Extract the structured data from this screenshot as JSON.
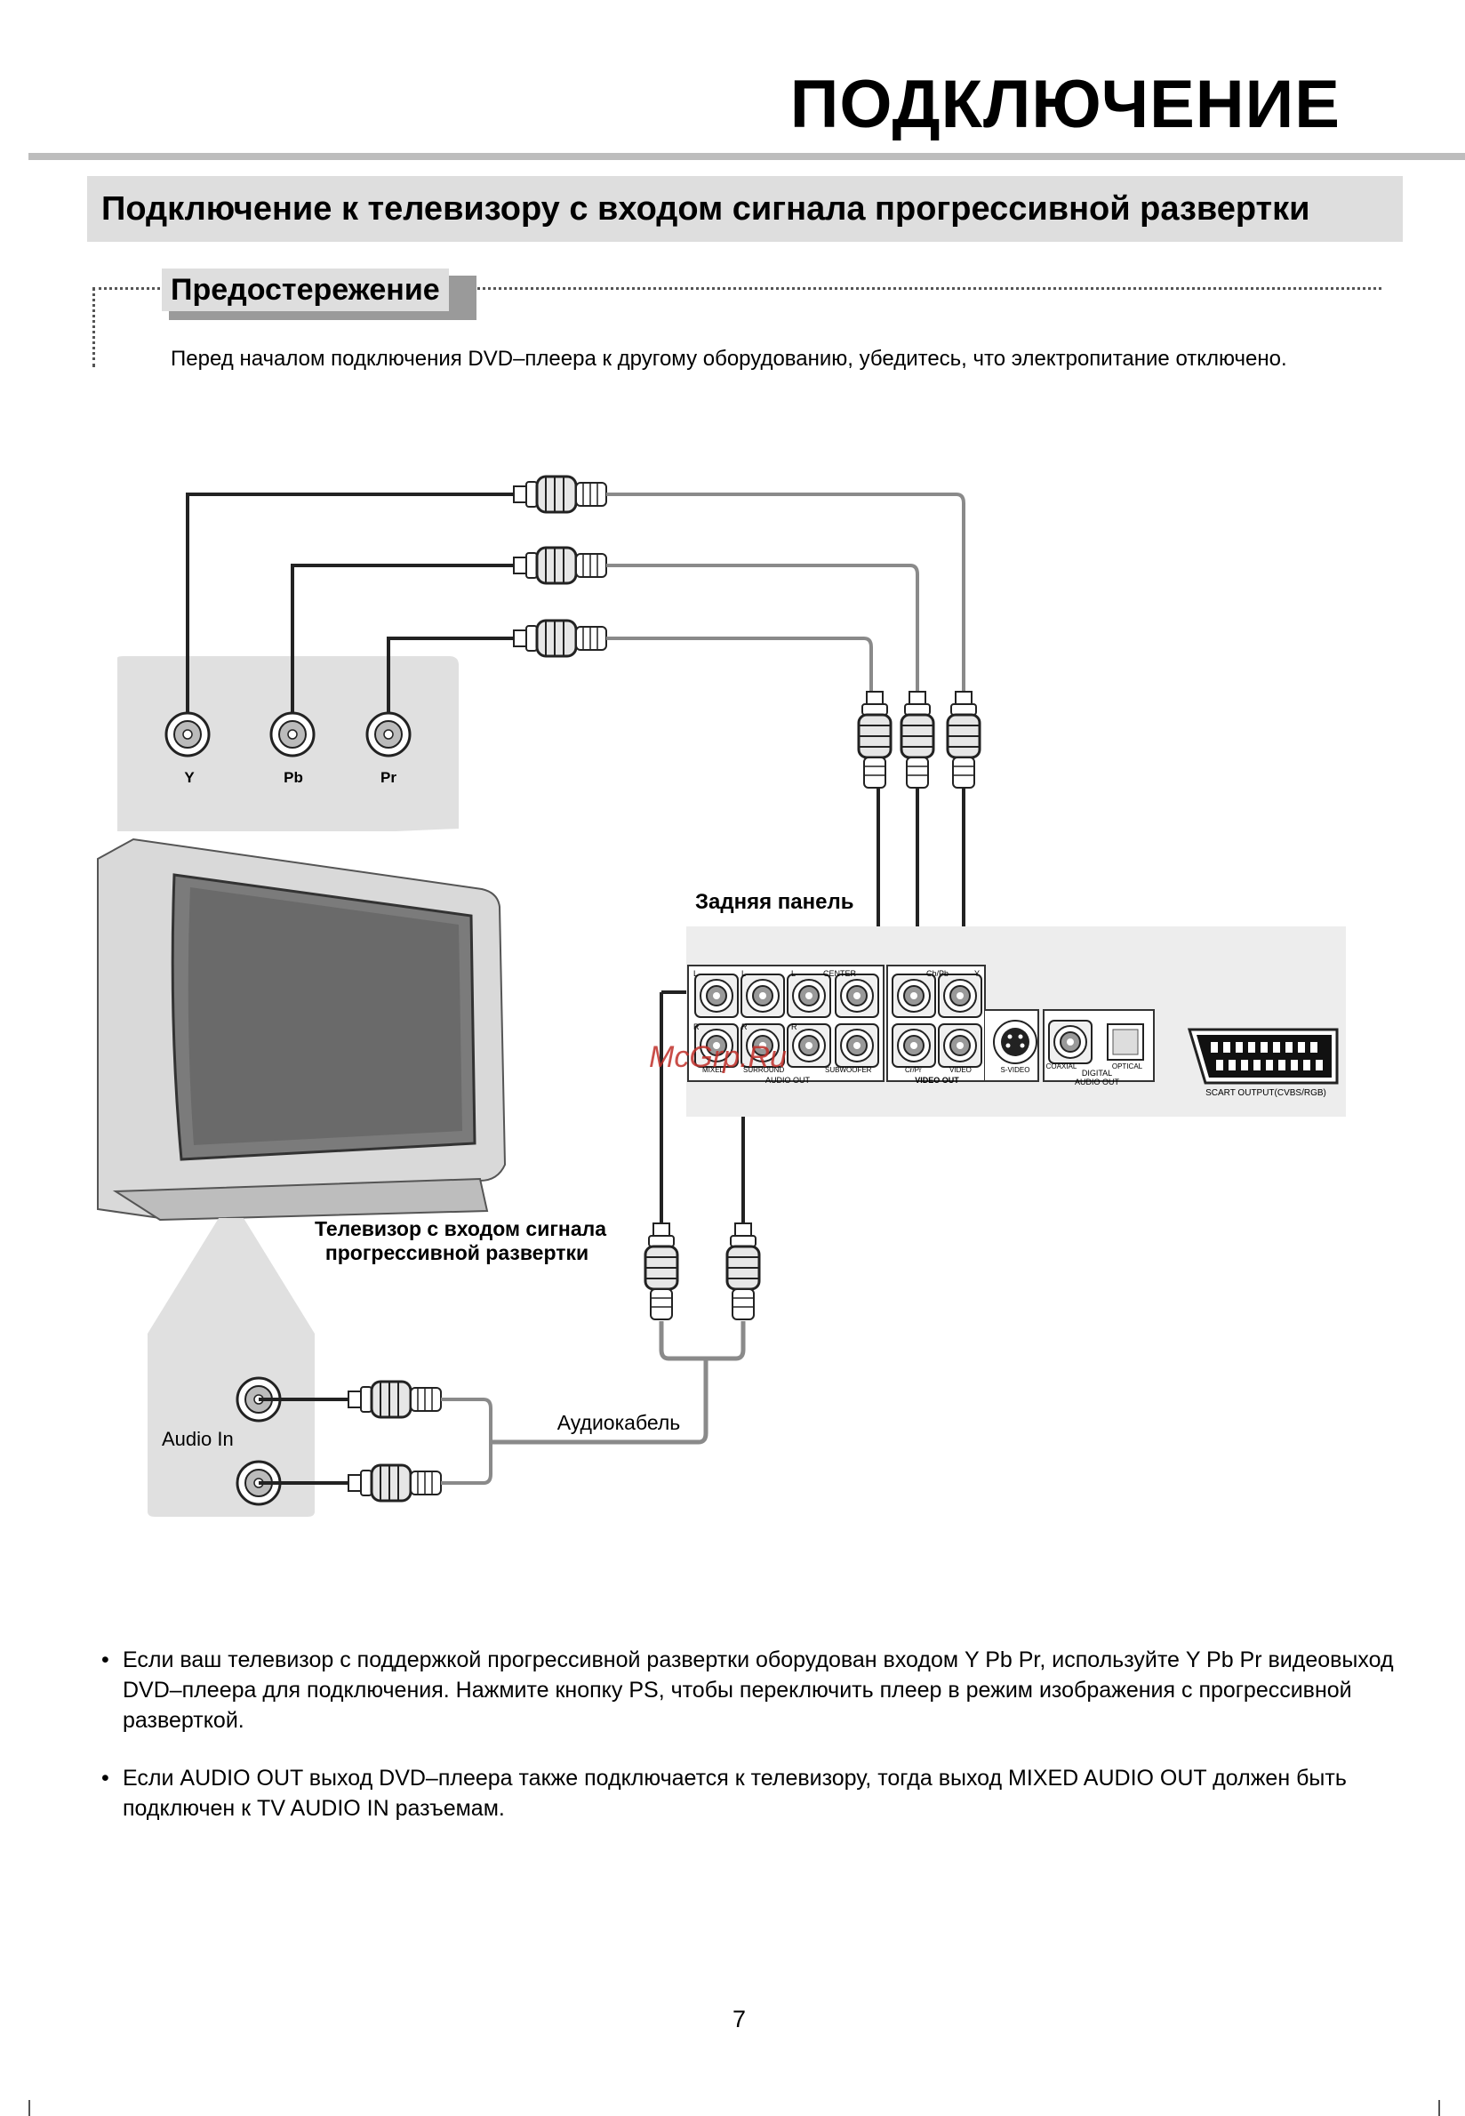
{
  "header": {
    "title": "ПОДКЛЮЧЕНИЕ"
  },
  "section": {
    "title": "Подключение к телевизору с входом сигнала прогрессивной развертки"
  },
  "caution": {
    "label": "Предостережение",
    "text": "Перед началом подключения DVD–плеера к другому оборудованию, убедитесь, что электропитание отключено."
  },
  "diagram": {
    "tv_inputs": {
      "y": "Y",
      "pb": "Pb",
      "pr": "Pr"
    },
    "tv_label_line1": "Телевизор с входом сигнала",
    "tv_label_line2": "прогрессивной развертки",
    "audio_in": "Audio In",
    "audio_cable": "Аудиокабель",
    "rear_panel": "Задняя панель",
    "panel": {
      "L1": "L",
      "L2": "L",
      "L3": "L",
      "center": "CENTER",
      "R1": "R",
      "R2": "R",
      "R3": "R",
      "cbpb": "Cb/Pb",
      "yy": "Y",
      "mixed": "MIXED",
      "surround": "SURROUND",
      "subwoofer": "SUBWOOFER",
      "audio_out": "AUDIO OUT",
      "crpr": "Cr/Pr",
      "video": "VIDEO",
      "video_out": "VIDEO OUT",
      "svideo": "S-VIDEO",
      "coaxial": "COAXIAL",
      "digital": "DIGITAL",
      "digital_audio_out": "AUDIO OUT",
      "optical": "OPTICAL",
      "scart": "SCART OUTPUT(CVBS/RGB)"
    },
    "watermark": "McGrp.Ru"
  },
  "notes": [
    "Если ваш телевизор с поддержкой прогрессивной развертки оборудован входом Y Pb Pr, используйте Y Pb Pr видеовыход DVD–плеера для подключения. Нажмите кнопку PS, чтобы переключить плеер в режим изображения с прогрессивной разверткой.",
    "Если AUDIO OUT выход DVD–плеера также подключается к телевизору, тогда выход MIXED AUDIO OUT должен быть подключен к TV AUDIO IN разъемам."
  ],
  "page": {
    "number": "7"
  }
}
